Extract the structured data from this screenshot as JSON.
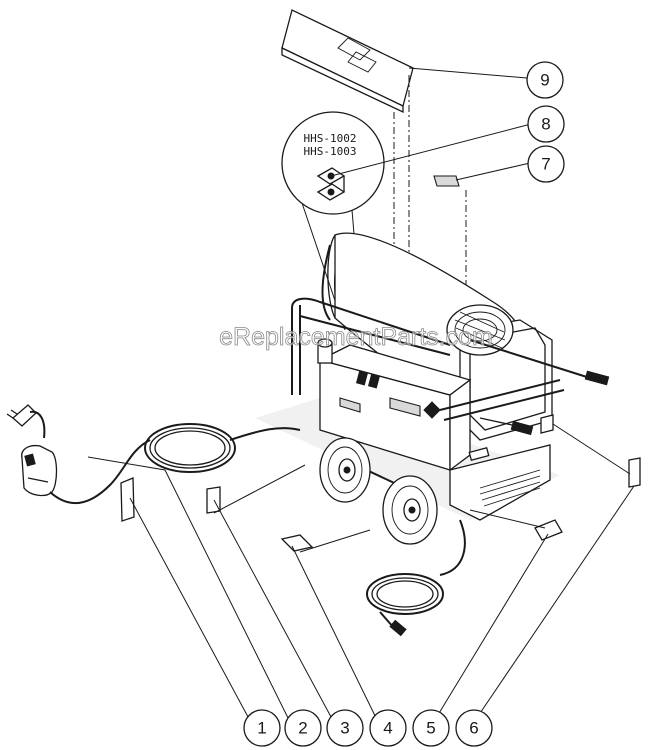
{
  "watermark": "eReplacementParts.com",
  "detail_callout": {
    "part_numbers": [
      "HHS-1002",
      "HHS-1003"
    ]
  },
  "callouts": [
    {
      "number": "1"
    },
    {
      "number": "2"
    },
    {
      "number": "3"
    },
    {
      "number": "4"
    },
    {
      "number": "5"
    },
    {
      "number": "6"
    },
    {
      "number": "7"
    },
    {
      "number": "8"
    },
    {
      "number": "9"
    }
  ]
}
